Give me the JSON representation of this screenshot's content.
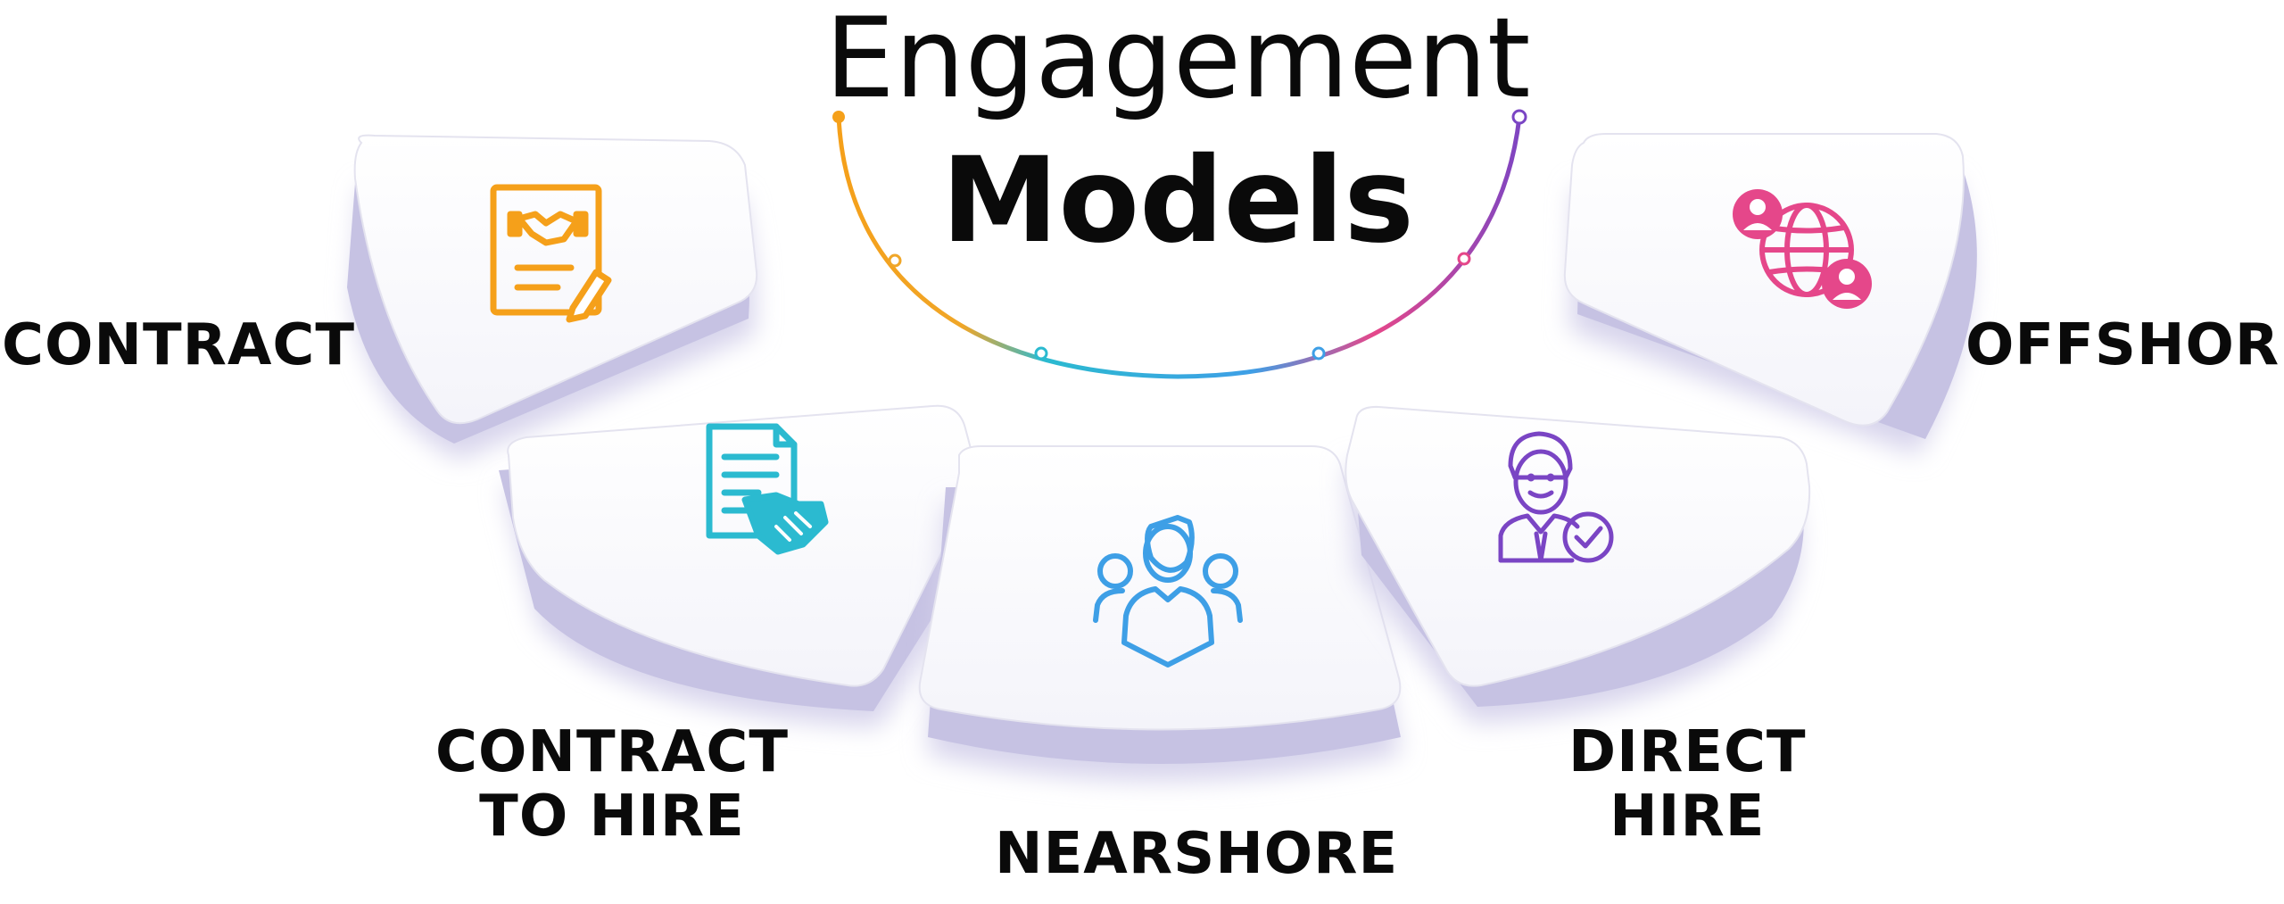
{
  "title": {
    "line1": "Engagement",
    "line2": "Models"
  },
  "models": [
    {
      "key": "contract",
      "lines": [
        "CONTRACT"
      ],
      "icon": "contract-handshake-icon",
      "color": "#f5a01a"
    },
    {
      "key": "contract-to-hire",
      "lines": [
        "CONTRACT",
        "TO HIRE"
      ],
      "icon": "document-handshake-icon",
      "color": "#2bbad0"
    },
    {
      "key": "nearshore",
      "lines": [
        "NEARSHORE"
      ],
      "icon": "team-icon",
      "color": "#3e9fe6"
    },
    {
      "key": "direct-hire",
      "lines": [
        "DIRECT",
        "HIRE"
      ],
      "icon": "verified-employee-icon",
      "color": "#7a45c4"
    },
    {
      "key": "offshore",
      "lines": [
        "OFFSHORE"
      ],
      "icon": "global-team-icon",
      "color": "#e5478a"
    }
  ],
  "colors": {
    "arc_orange": "#f5a01a",
    "arc_teal": "#2bbad0",
    "arc_blue": "#3e9fe6",
    "arc_pink": "#e5478a",
    "arc_purple": "#7a45c4",
    "card_shadow": "#c9c6e3",
    "text": "#0a0a0a"
  }
}
